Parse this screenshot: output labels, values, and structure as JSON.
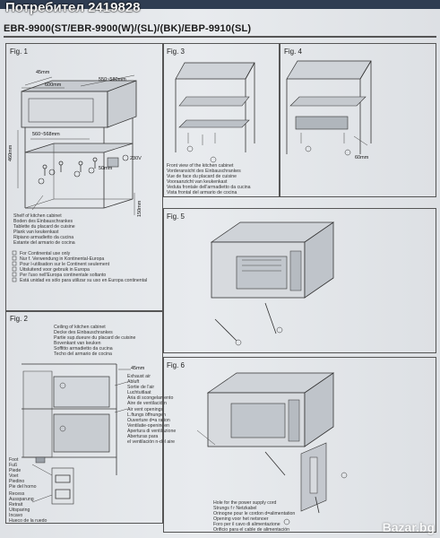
{
  "watermark": "Потребител 2419828",
  "brand": "Bazar.bg",
  "title": "EBR-9900(ST/EBR-9900(W)/(SL)/(BK)/EBP-9910(SL)",
  "fig1": {
    "label": "Fig. 1",
    "dims": {
      "d45": "45mm",
      "d600": "600mm",
      "d550": "550~580mm",
      "d560": "560~568mm",
      "d460": "460mm",
      "d50": "50mm",
      "d150": "150mm"
    },
    "power": "230V",
    "shelf_caption": "Shelf of kitchen cabinet\nBoden des Einbauschrankes\nTablette du placard de cuisine\nPlank van keukenkast\nRipiano armadietto da cucina\nEstante del armario de cocina",
    "notes": [
      "For Continental use only",
      "Nur f. Verwendung in Kontinental-Europa",
      "Pour l-utilisation sur le Continent seulement",
      "Uitsluitend voor gebruik in Europa",
      "Per l'uso nell'Europa continentale soltanto",
      "Está unidad es sólo para utilizar su uso en Europa continental"
    ]
  },
  "fig2": {
    "label": "Fig. 2",
    "ceiling": "Ceiling of kitchen cabinet\nDecke des Einbauschrankes\nPartie sup.dueure du placard de cuisine\nBovenkant van keuken\nSoffitto armadietto da cucina\nTecho del armario de cocina",
    "d45": "45mm",
    "exhaust": "Exhaust air\nAbluft\nSortie de l'air\nLuchtuitlaat\nAria di scongelamento\nAire de ventilació n",
    "vent": "Air vent openings\nL.ftungs öffnungen\nOuverture d=a ration\nVentilatie-openingen\nApertura di ventilazione\nAberturas para\nel ventilación n-del aire",
    "foot": "Foot\nFuß\nPiede\nVoet\nPiedino\nPie del horno",
    "recess": "Recess\nAussparung\nRetrait\nUitsparing\nIncavo\nHueco de la ruedo"
  },
  "fig3": {
    "label": "Fig. 3",
    "caption": "Front view of the kitchen cabinet\nVorderansicht des Einbauschrankes\nVue de face du placard de cuisine\nVooraanzicht van keukenkast\nVeduta frontale dell'armadietto da cucina\nVista frontal del armario de cocina"
  },
  "fig4": {
    "label": "Fig. 4",
    "dim": "60mm"
  },
  "fig5": {
    "label": "Fig. 5"
  },
  "fig6": {
    "label": "Fig. 6",
    "caption": "Hole for the power supply cord\nStrungs f r Netzkabel\nOrinogne pour le cordon d=alimentation\nOpening voor het netsnoer\nForo per il cavo di alimentazione\nOrificio para el cable de alimentación"
  }
}
